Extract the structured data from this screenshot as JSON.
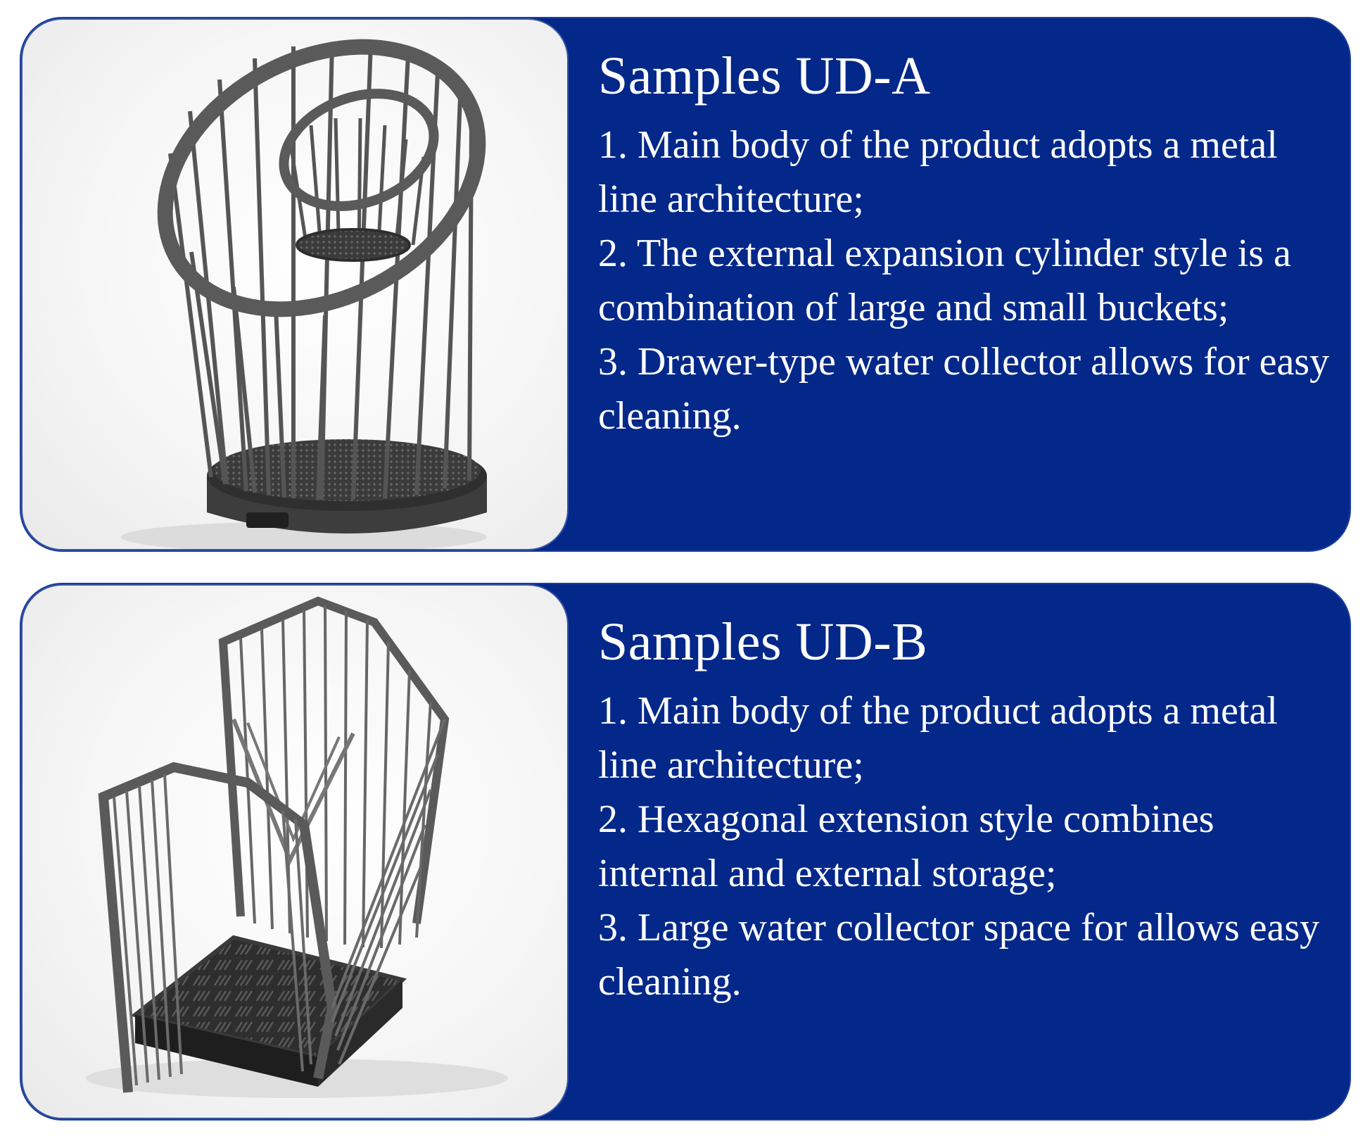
{
  "sample_a": {
    "title": "Samples UD-A",
    "points": [
      "1. Main body of the product adopts a metal line architecture;",
      "2. The external expansion cylinder style is a combination of large and small buckets;",
      "3. Drawer-type water collector allows for easy cleaning."
    ],
    "image_icon": "cylindrical-wire-umbrella-stand"
  },
  "sample_b": {
    "title": "Samples UD-B",
    "points": [
      "1. Main body of the product adopts a metal line architecture;",
      "2. Hexagonal extension style combines internal and external storage;",
      "3. Large water collector space for allows easy cleaning."
    ],
    "image_icon": "hexagonal-wire-umbrella-stand"
  },
  "colors": {
    "panel": "#03288a",
    "text": "#ffffff",
    "metal": "#5c5c5c"
  }
}
